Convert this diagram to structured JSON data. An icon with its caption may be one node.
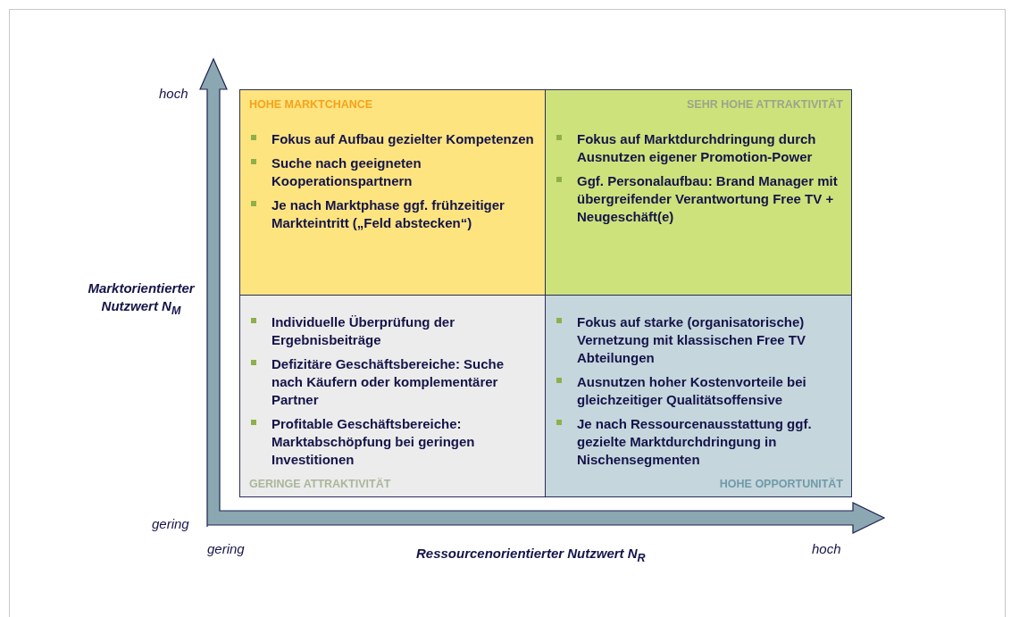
{
  "diagram": {
    "nodes": [
      {
        "text": [
          "HOHE MARKTCHANCE",
          "Fokus auf Aufbau gezielter Kompetenzen",
          "Suche nach geeigneten Kooperationspartnern",
          "Je nach Marktphase ggf. frühzeitiger Markteintritt („Feld abstecken“)"
        ]
      },
      {
        "text": [
          "SEHR HOHE ATTRAKTIVITÄT",
          "Fokus auf Marktdurchdringung durch Ausnutzen eigener Promotion-Power",
          "Ggf. Personalaufbau: Brand Manager mit übergreifender Verantwortung Free TV + Neugeschäft(e)"
        ]
      },
      {
        "text": [
          "Individuelle Überprüfung der Ergebnisbeiträge",
          "Defizitäre Geschäftsbereiche: Suche nach Käufern oder komplementärer Partner",
          "Profitable Geschäftsbereiche: Marktabschöpfung bei geringen Investitionen",
          "GERINGE ATTRAKTIVITÄT"
        ]
      },
      {
        "text": [
          "Fokus auf starke (organisatorische) Vernetzung mit klassischen Free TV Abteilungen",
          "Ausnutzen hoher Kostenvorteile bei gleichzeitiger Qualitätsoffensive",
          "Je nach Ressourcenausstattung ggf. gezielte Marktdurchdringung in Nischensegmenten",
          "HOHE OPPORTUNITÄT"
        ]
      }
    ],
    "labels": [
      "hoch",
      "Marktorientierter Nutzwert N$_{M}$",
      "gering",
      "gering",
      "Ressourcenorientierter Nutzwert N$_{R}$",
      "hoch"
    ]
  }
}
